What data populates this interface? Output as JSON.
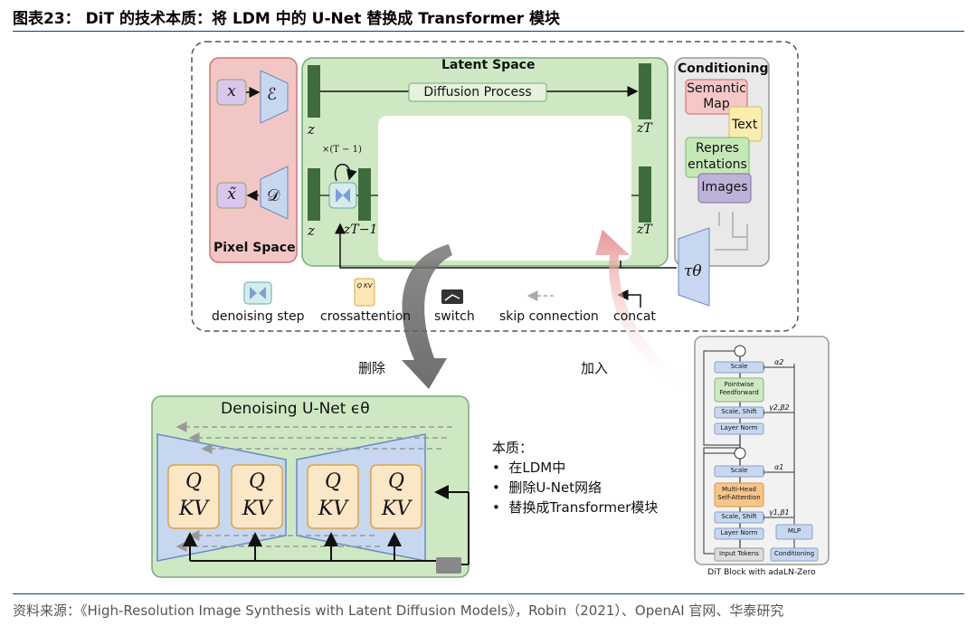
{
  "figure": {
    "title": "图表23： DiT 的技术本质：将 LDM 中的 U-Net 替换成 Transformer 模块",
    "source": "资料来源：《High-Resolution Image Synthesis with Latent Diffusion Models》，Robin（2021）、OpenAI 官网、华泰研究"
  },
  "ldm": {
    "latent_space": "Latent Space",
    "pixel_space": "Pixel Space",
    "conditioning": "Conditioning",
    "diffusion_process": "Diffusion Process",
    "x": "x",
    "x_tilde": "x̃",
    "encoder": "ℰ",
    "decoder": "𝒟",
    "z": "z",
    "z_bottom": "z",
    "z_T": "zT",
    "z_T_bottom": "zT",
    "z_T_minus_1": "zT−1",
    "repeat": "×(T − 1)",
    "tau": "τθ",
    "cond_items": [
      "Semantic Map",
      "Text",
      "Repres entations",
      "Images"
    ]
  },
  "legend": {
    "denoising_step": "denoising step",
    "crossattention": "crossattention",
    "switch": "switch",
    "skip_connection": "skip connection",
    "concat": "concat",
    "qkv_small": "Q KV"
  },
  "arrows": {
    "delete": "删除",
    "add": "加入"
  },
  "unet": {
    "title": "Denoising U-Net ϵθ",
    "blocks": [
      {
        "q": "Q",
        "kv": "KV"
      },
      {
        "q": "Q",
        "kv": "KV"
      },
      {
        "q": "Q",
        "kv": "KV"
      },
      {
        "q": "Q",
        "kv": "KV"
      }
    ]
  },
  "essence": {
    "heading": "本质：",
    "bullets": [
      "在LDM中",
      "删除U-Net网络",
      "替换成Transformer模块"
    ]
  },
  "dit": {
    "caption": "DiT Block with adaLN-Zero",
    "scale_top": "Scale",
    "pointwise": "Pointwise Feedforward",
    "scale_shift_top": "Scale, Shift",
    "layer_norm_top": "Layer Norm",
    "scale_mid": "Scale",
    "mhsa": "Multi-Head Self-Attention",
    "scale_shift_bot": "Scale, Shift",
    "layer_norm_bot": "Layer Norm",
    "input_tokens": "Input Tokens",
    "mlp": "MLP",
    "conditioning": "Conditioning",
    "alpha2": "α2",
    "gb2": "γ2,β2",
    "alpha1": "α1",
    "gb1": "γ1,β1"
  }
}
